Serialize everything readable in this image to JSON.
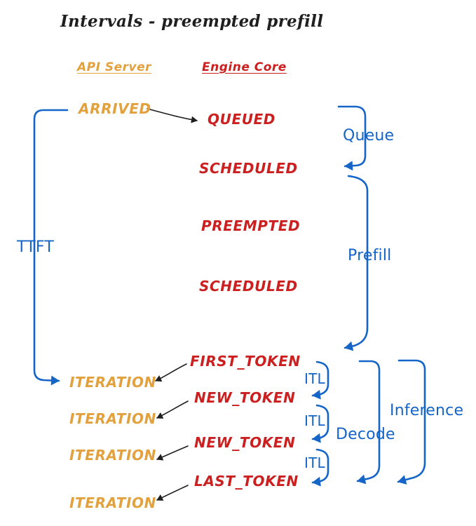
{
  "title": "Intervals - preempted prefill",
  "columns": {
    "api_server": "API Server",
    "engine_core": "Engine Core"
  },
  "api_events": [
    {
      "label": "ARRIVED"
    },
    {
      "label": "ITERATION"
    },
    {
      "label": "ITERATION"
    },
    {
      "label": "ITERATION"
    },
    {
      "label": "ITERATION"
    }
  ],
  "engine_events": [
    {
      "label": "QUEUED"
    },
    {
      "label": "SCHEDULED"
    },
    {
      "label": "PREEMPTED"
    },
    {
      "label": "SCHEDULED"
    },
    {
      "label": "FIRST_TOKEN"
    },
    {
      "label": "NEW_TOKEN"
    },
    {
      "label": "NEW_TOKEN"
    },
    {
      "label": "LAST_TOKEN"
    }
  ],
  "intervals": {
    "ttft": "TTFT",
    "queue": "Queue",
    "prefill": "Prefill",
    "decode": "Decode",
    "inference": "Inference",
    "itl": [
      {
        "label": "ITL"
      },
      {
        "label": "ITL"
      },
      {
        "label": "ITL"
      }
    ]
  },
  "colors": {
    "api_server": "#e2a13d",
    "engine_core": "#cc2020",
    "interval": "#1565c8",
    "connector": "#1f1f1f",
    "background": "#ffffff"
  }
}
